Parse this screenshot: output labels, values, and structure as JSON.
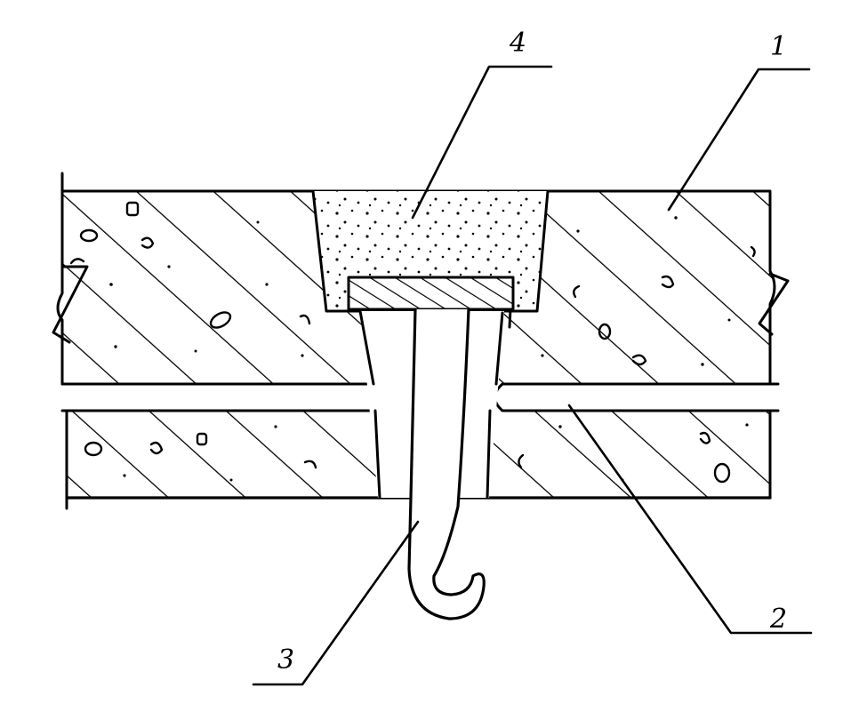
{
  "figure": {
    "callouts": [
      {
        "id": "1",
        "label": "1"
      },
      {
        "id": "2",
        "label": "2"
      },
      {
        "id": "3",
        "label": "3"
      },
      {
        "id": "4",
        "label": "4"
      }
    ]
  },
  "colors": {
    "ink": "#000000",
    "background": "#ffffff"
  }
}
